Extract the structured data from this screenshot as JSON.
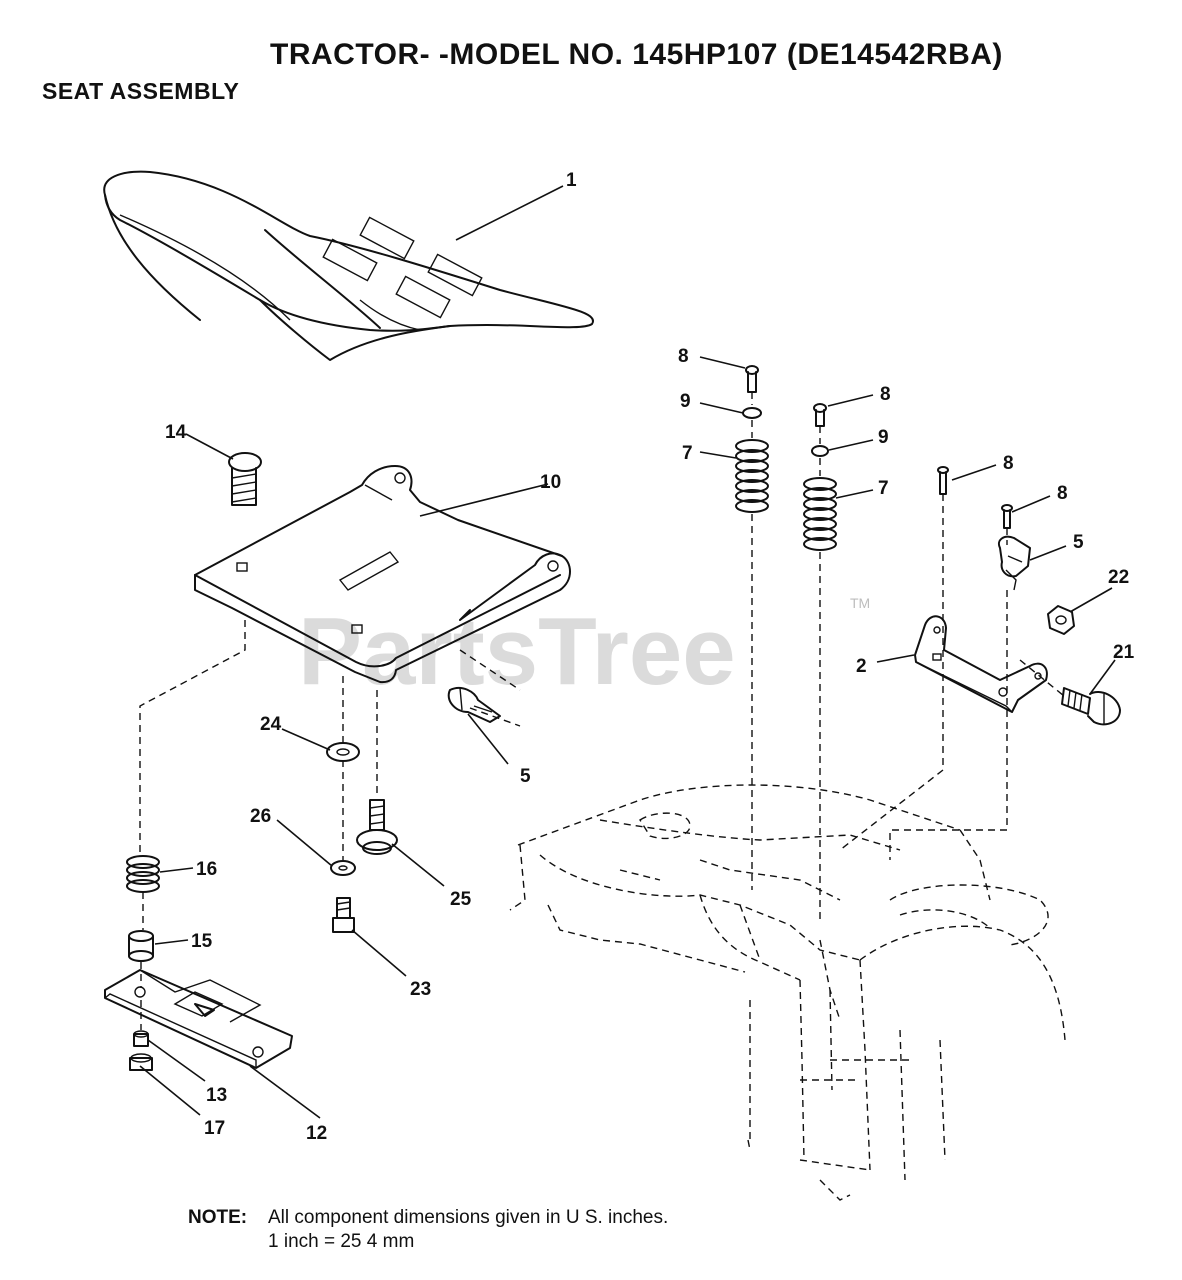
{
  "header": {
    "title": "TRACTOR- -MODEL NO. 145HP107 (DE14542RBA)",
    "subtitle": "SEAT ASSEMBLY"
  },
  "watermark": {
    "text": "PartsTree",
    "mark": "TM"
  },
  "note": {
    "label": "NOTE:",
    "line1": "All component dimensions given in U S. inches.",
    "line2": "1 inch = 25 4 mm"
  },
  "callouts": {
    "c1": "1",
    "c2": "2",
    "c5a": "5",
    "c5b": "5",
    "c7a": "7",
    "c7b": "7",
    "c8a": "8",
    "c8b": "8",
    "c8c": "8",
    "c8d": "8",
    "c9a": "9",
    "c9b": "9",
    "c10": "10",
    "c12": "12",
    "c13": "13",
    "c14": "14",
    "c15": "15",
    "c16": "16",
    "c17": "17",
    "c21": "21",
    "c22": "22",
    "c23": "23",
    "c24": "24",
    "c25": "25",
    "c26": "26"
  }
}
